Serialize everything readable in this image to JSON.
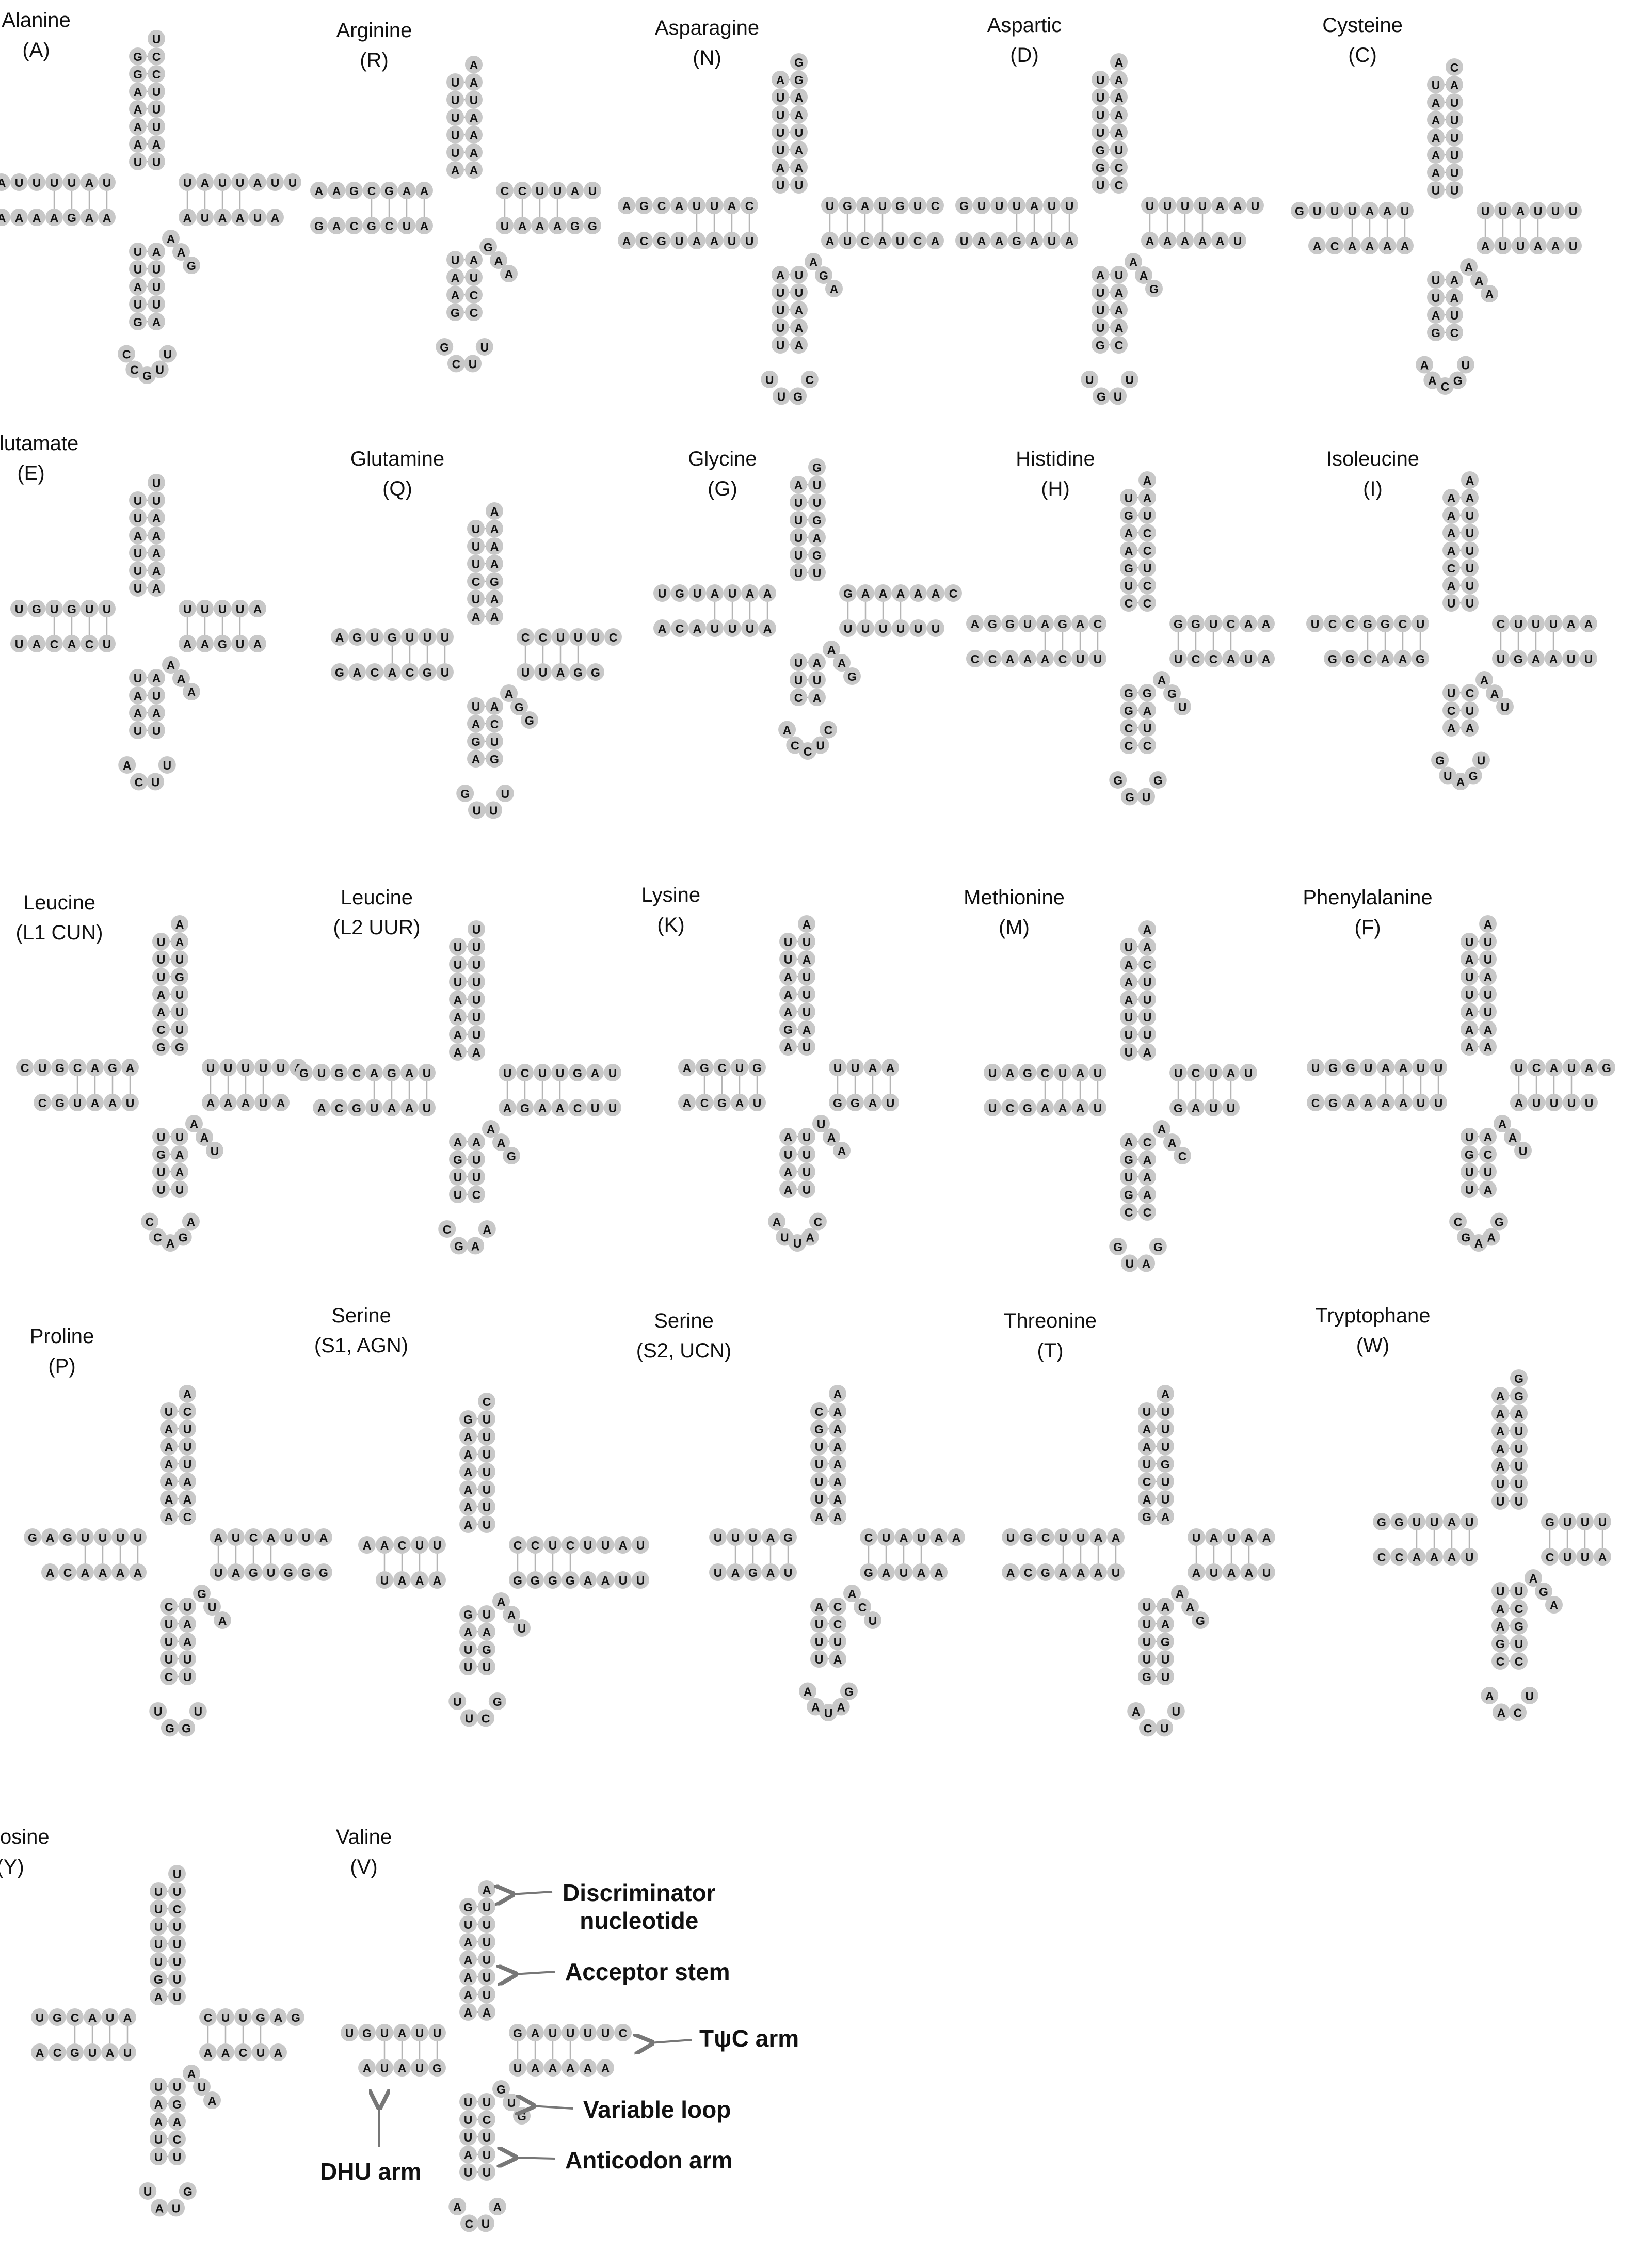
{
  "trnas": [
    {
      "name": "Alanine",
      "code": "(A)",
      "acceptor": "GGAAAAUUAUUUCC",
      "dhu": "UAUUUUAAAAGAAAA",
      "anticodon": "UUAUGUUGCCAUUUA",
      "variable": "AAG",
      "tpc": "UAUUAUUAUAAUA",
      "tail": "U"
    },
    {
      "name": "Arginine",
      "code": "(R)",
      "acceptor": "UUUUUAAAAAUA",
      "dhu": "AAGCGAAAUCGCAG",
      "anticodon": "UAAGUUCGCCUA",
      "variable": "GAA",
      "tpc": "CCUUAUUAAAGG",
      "tail": "A"
    },
    {
      "name": "Asparagine",
      "code": "(N)",
      "acceptor": "AUUUUAUUAAUAAG",
      "dhu": "CAUUACGAUUAAUGCA",
      "anticodon": "AUUUUCGUUAAAUU",
      "variable": "AGA",
      "tpc": "UGAUGUCAUCAUCA",
      "tail": "G"
    },
    {
      "name": "Aspartic",
      "code": "(D)",
      "acceptor": "UUUUGGUCCUAAAA",
      "dhu": "UUAUUUGAUAGAAU",
      "anticodon": "AUUUGUUGUCAAAU",
      "variable": "AAG",
      "tpc": "UUUUAAUAAAAAU",
      "tail": "A"
    },
    {
      "name": "Cysteine",
      "code": "(C)",
      "acceptor": "UAAAAAUUUUUUA",
      "dhu": "UAAUUUGAAAACA",
      "anticodon": "UUAGUGCAACUAA",
      "variable": "AAA",
      "tpc": "UUAUUUAUUAAU",
      "tail": "C"
    },
    {
      "name": "Glutamate",
      "code": "(E)",
      "acceptor": "UUAUUUAAAAAU",
      "dhu": "UUGUGUUCACAU",
      "anticodon": "UAAUUUCAUAUA",
      "variable": "AAA",
      "tpc": "UUUUAAAGUA",
      "tail": "U"
    },
    {
      "name": "Glutamine",
      "code": "(Q)",
      "acceptor": "UUUCUAAAGAAA",
      "dhu": "UUUGUGAUGCACAG",
      "anticodon": "UAGAUUUGGUCA",
      "variable": "AGG",
      "tpc": "CCUUUCUUAGG",
      "tail": "A"
    },
    {
      "name": "Glycine",
      "code": "(G)",
      "acceptor": "AUUUUUUGAGUU",
      "dhu": "AAUAUGUAUUUACA",
      "anticodon": "UUCCUCCAAUA",
      "variable": "AAG",
      "tpc": "GAAAAACUUUUUU",
      "tail": "G"
    },
    {
      "name": "Histidine",
      "code": "(H)",
      "acceptor": "UGAAGUCCUCCUA",
      "dhu": "CAGAUGGAUUCAAACC",
      "anticodon": "GGCCGUGGCUAG",
      "variable": "AGU",
      "tpc": "GGUCAAUCCAUA",
      "tail": "A"
    },
    {
      "name": "Isoleucine",
      "code": "(I)",
      "acceptor": "AAAACAUUUUUUA",
      "dhu": "UCGGCCUGAACGG",
      "anticodon": "UCAUGAUGAUC",
      "variable": "AAU",
      "tpc": "CUUUAAUGAAUU",
      "tail": "A"
    },
    {
      "name": "Leucine",
      "code": "(L1 CUN)",
      "acceptor": "UUUAACGUUUGUA",
      "dhu": "AGACGUCUAAUGC",
      "anticodon": "UGUUAGACCUAAU",
      "variable": "AAU",
      "tpc": "UUUUUAAAAUA",
      "tail": "A"
    },
    {
      "name": "Leucine",
      "code": "(L2 UUR)",
      "acceptor": "UUUAAAAUUUUUU",
      "dhu": "UAGACGUGUAAUGCA",
      "anticodon": "AGUUAAGCCUUA",
      "variable": "AAG",
      "tpc": "UCUUGAUAGAACUU",
      "tail": "U"
    },
    {
      "name": "Lysine",
      "code": "(K)",
      "acceptor": "UUAAAGAUAUUUAU",
      "dhu": "GUCGAUAGCA",
      "anticodon": "AUAACAUUAUUUU",
      "variable": "UAA",
      "tpc": "UUAAGGAU",
      "tail": "A"
    },
    {
      "name": "Methionine",
      "code": "(M)",
      "acceptor": "UAAAUUUAUUUUCA",
      "dhu": "UAUCGAUUAAAGCU",
      "anticodon": "AGUGCGAUGCAAAC",
      "variable": "AAC",
      "tpc": "UCUAUGAUU",
      "tail": "A"
    },
    {
      "name": "Phenylalanine",
      "code": "(F)",
      "acceptor": "UAUUAAAAAUUAUU",
      "dhu": "UUAAUGGUUUAAAAGC",
      "anticodon": "UGUUGAAGCAUCA",
      "variable": "AAU",
      "tpc": "UCAUAGAUUUU",
      "tail": "A"
    },
    {
      "name": "Proline",
      "code": "(P)",
      "acceptor": "UAAAAAACAAUUUC",
      "dhu": "UUUUGAGAAAACA",
      "anticodon": "CUUUCUGGUUUAAU",
      "variable": "GUA",
      "tpc": "AUCAUUAUAGUGGG",
      "tail": "A"
    },
    {
      "name": "Serine",
      "code": "(S1, AGN)",
      "acceptor": "GAAAAAAUUUUUUU",
      "dhu": "UUCAAAAAU",
      "anticodon": "GAUUGCUUUGAU",
      "variable": "AAU",
      "tpc": "CCUCUUAUGGGGAAUU",
      "tail": "C"
    },
    {
      "name": "Serine",
      "code": "(S2, UCN)",
      "acceptor": "CGUUUUAAAAAAAA",
      "dhu": "GAUUUUAGAU",
      "anticodon": "AUUUGAUAAAUCC",
      "variable": "ACU",
      "tpc": "CUAUAAGAUAA",
      "tail": "A"
    },
    {
      "name": "Threonine",
      "code": "(T)",
      "acceptor": "UAAUCAGAUUGUUU",
      "dhu": "AAUUCGUUAAAGCA",
      "anticodon": "UUUUGUUCAUUGAA",
      "variable": "AAG",
      "tpc": "UAUAAAUAAU",
      "tail": "A"
    },
    {
      "name": "Tryptophane",
      "code": "(W)",
      "acceptor": "AAAAAUUUUUUUAG",
      "dhu": "UAUUGGUAAACC",
      "anticodon": "UAAGCUCAACUGCU",
      "variable": "AGA",
      "tpc": "GUUUCUUA",
      "tail": "G"
    },
    {
      "name": "Tyrosine",
      "code": "(Y)",
      "acceptor": "UUUUUGAUUUUUUCU",
      "dhu": "AUACGUUAUGCA",
      "anticodon": "UAAUUGUAUUCAGU",
      "variable": "AUA",
      "tpc": "CUUGAGAACUA",
      "tail": "U"
    },
    {
      "name": "Valine",
      "code": "(V)",
      "acceptor": "GUAAAAAUUUUUU",
      "dhu": "UUAUGUGUAUA",
      "anticodon": "UUUAUAUCAUUUCU",
      "variable": "GUG",
      "tpc": "GAUUUUCUAAAAA",
      "tail": "A"
    }
  ],
  "annotations": {
    "discriminator": "Discriminator\nnucleotide",
    "acceptor_stem": "Acceptor stem",
    "tpsic_arm": "TψC arm",
    "variable_loop": "Variable loop",
    "anticodon_arm": "Anticodon arm",
    "dhu_arm": "DHU arm"
  }
}
